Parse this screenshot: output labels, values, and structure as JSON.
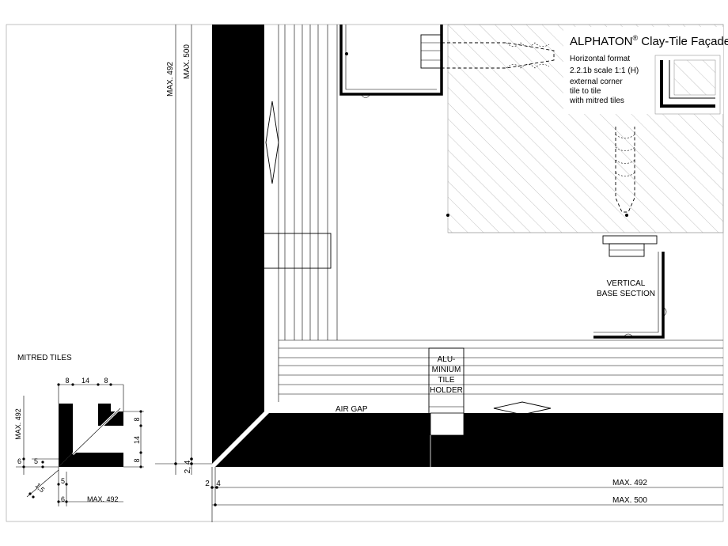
{
  "title": {
    "brand": "ALPHATON",
    "reg_mark": "®",
    "product": "Clay-Tile Façade",
    "format": "Horizontal format",
    "code_scale": "2.2.1b   scale 1:1 (H)",
    "desc_line1": "external corner",
    "desc_line2": "tile to tile",
    "desc_line3": "with mitred tiles"
  },
  "labels": {
    "vertical_base_1": "VERTICAL",
    "vertical_base_2": "BASE SECTION",
    "air_gap": "AIR GAP",
    "holder_1": "ALU-",
    "holder_2": "MINIUM",
    "holder_3": "TILE",
    "holder_4": "HOLDER",
    "mitred_tiles": "MITRED TILES"
  },
  "dimensions": {
    "max_492_vertical": "MAX. 492",
    "max_500_vertical": "MAX. 500",
    "max_492_horizontal": "MAX. 492",
    "max_500_horizontal": "MAX. 500",
    "d_2_4_vertical": "2, 4",
    "d_2": "2",
    "d_4": "4",
    "mini_top_8a": "8",
    "mini_top_14": "14",
    "mini_top_8b": "8",
    "mini_right_8a": "8",
    "mini_right_14": "14",
    "mini_right_8b": "8",
    "mini_max_492_vertical": "MAX. 492",
    "mini_6_left": "6",
    "mini_5_left": "5",
    "mini_1_5": "1,5",
    "mini_5_bottom": "5",
    "mini_6_bottom": "6",
    "mini_max_492_bottom": "MAX. 492"
  },
  "colors": {
    "ink": "#000000",
    "hatch": "#9a9a9a",
    "paper": "#ffffff"
  }
}
